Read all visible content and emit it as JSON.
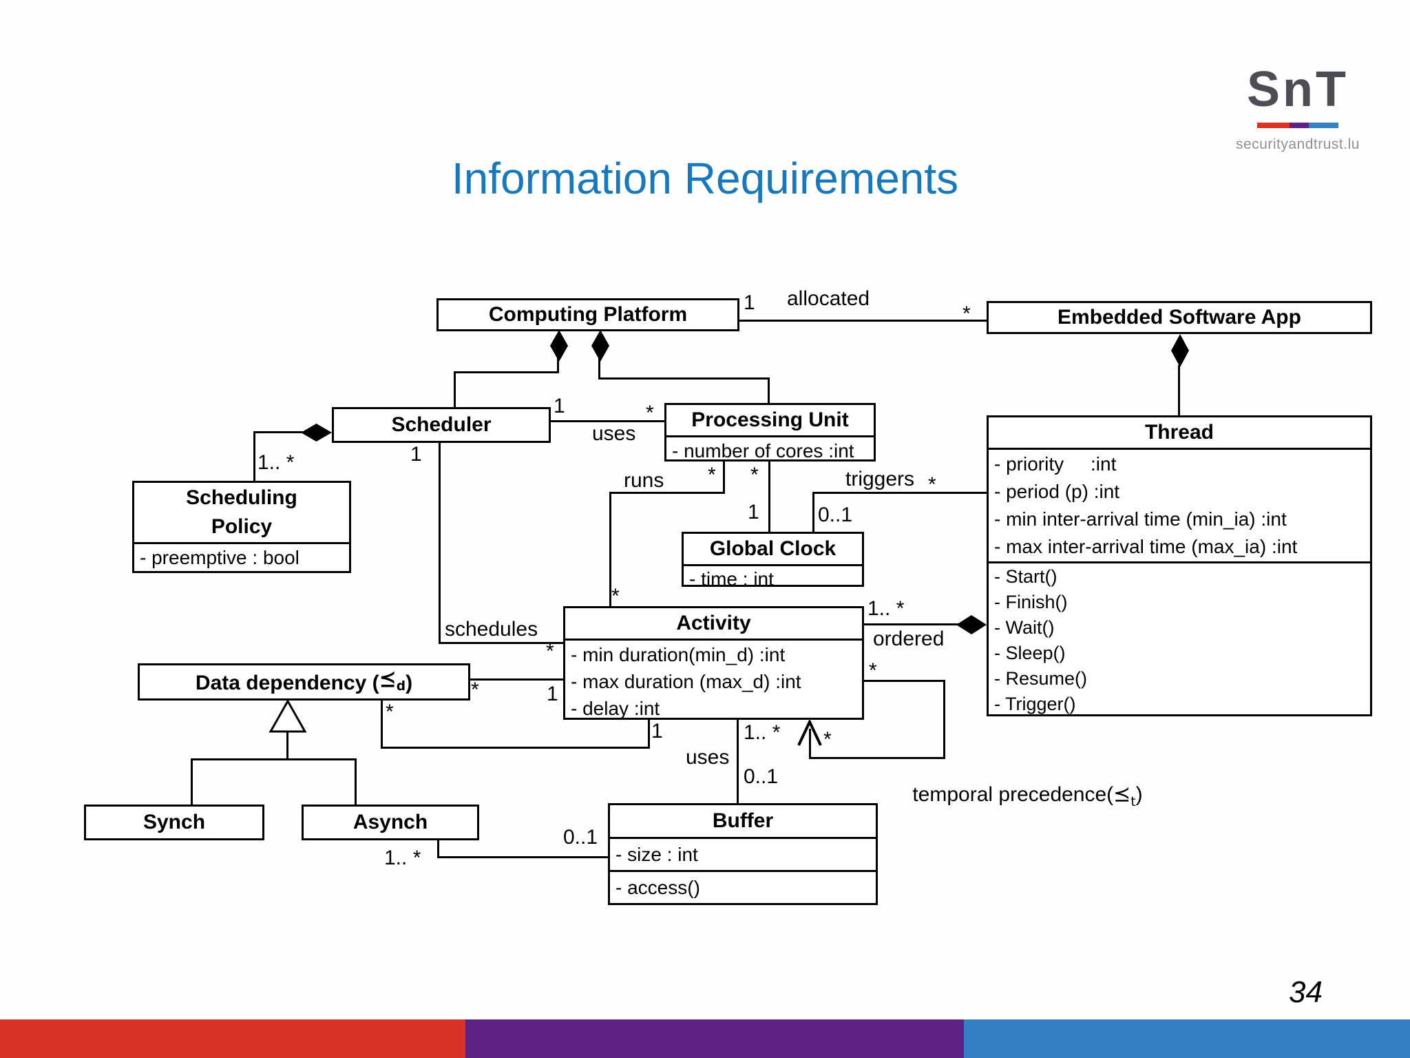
{
  "slide": {
    "title": "Information Requirements",
    "page_number": "34"
  },
  "logo": {
    "text": "SnT",
    "subtext": "securityandtrust.lu"
  },
  "colors": {
    "title_blue": "#1878BE",
    "bar_red": "#d93226",
    "bar_purple": "#5e2285",
    "bar_blue": "#3480c3",
    "logo_gray": "#4d4d55",
    "subtext_gray": "#909090"
  },
  "classes": {
    "computing_platform": {
      "name": "Computing Platform"
    },
    "embedded_software_app": {
      "name": "Embedded Software App"
    },
    "scheduler": {
      "name": "Scheduler"
    },
    "scheduling_policy": {
      "name_line1": "Scheduling",
      "name_line2": "Policy",
      "attributes": [
        "- preemptive : bool"
      ]
    },
    "processing_unit": {
      "name": "Processing Unit",
      "attributes": [
        "- number of cores :int"
      ]
    },
    "global_clock": {
      "name": "Global Clock",
      "attributes": [
        "- time : int"
      ]
    },
    "thread": {
      "name": "Thread",
      "attributes": [
        "- priority     :int",
        "- period (p) :int",
        "- min inter-arrival time (min_ia) :int",
        "- max inter-arrival time (max_ia) :int"
      ],
      "methods": [
        "- Start()",
        "- Finish()",
        "- Wait()",
        "- Sleep()",
        "- Resume()",
        "- Trigger()"
      ]
    },
    "activity": {
      "name": "Activity",
      "attributes": [
        "- min duration(min_d) :int",
        "- max duration (max_d) :int",
        "- delay :int"
      ]
    },
    "data_dependency": {
      "name_prefix": "Data dependency (",
      "symbol": "⪯",
      "symbol_sub": "d",
      "name_suffix": ")"
    },
    "synch": {
      "name": "Synch"
    },
    "asynch": {
      "name": "Asynch"
    },
    "buffer": {
      "name": "Buffer",
      "attributes": [
        "- size : int"
      ],
      "methods": [
        "- access()"
      ]
    }
  },
  "labels": {
    "allocated": "allocated",
    "uses_processing_unit": "uses",
    "runs": "runs",
    "triggers": "triggers",
    "schedules": "schedules",
    "ordered": "ordered",
    "uses_buffer": "uses",
    "temporal_prefix": "temporal precedence(",
    "temporal_symbol": "⪯",
    "temporal_sub": "t",
    "temporal_suffix": ")"
  },
  "mult": {
    "allocated_platform": "1",
    "allocated_app": "*",
    "uses_scheduler": "1",
    "uses_pu": "*",
    "policy": "1.. *",
    "schedules_scheduler": "1",
    "schedules_activity": "*",
    "runs_pu": "*",
    "runs_activity": "*",
    "pu_clock_pu": "*",
    "pu_clock_gc": "1",
    "triggers_gc": "0..1",
    "triggers_thread": "*",
    "ordered_activity": "1.. *",
    "datadep_a_star": "*",
    "datadep_a_one": "1",
    "datadep_b_star": "*",
    "datadep_b_one": "1",
    "temporal_src": "*",
    "temporal_dst": "*",
    "uses_buf_activity": "1.. *",
    "uses_buf_buffer": "0..1",
    "asynch_buf_asynch": "1.. *",
    "asynch_buf_buffer": "0..1"
  }
}
